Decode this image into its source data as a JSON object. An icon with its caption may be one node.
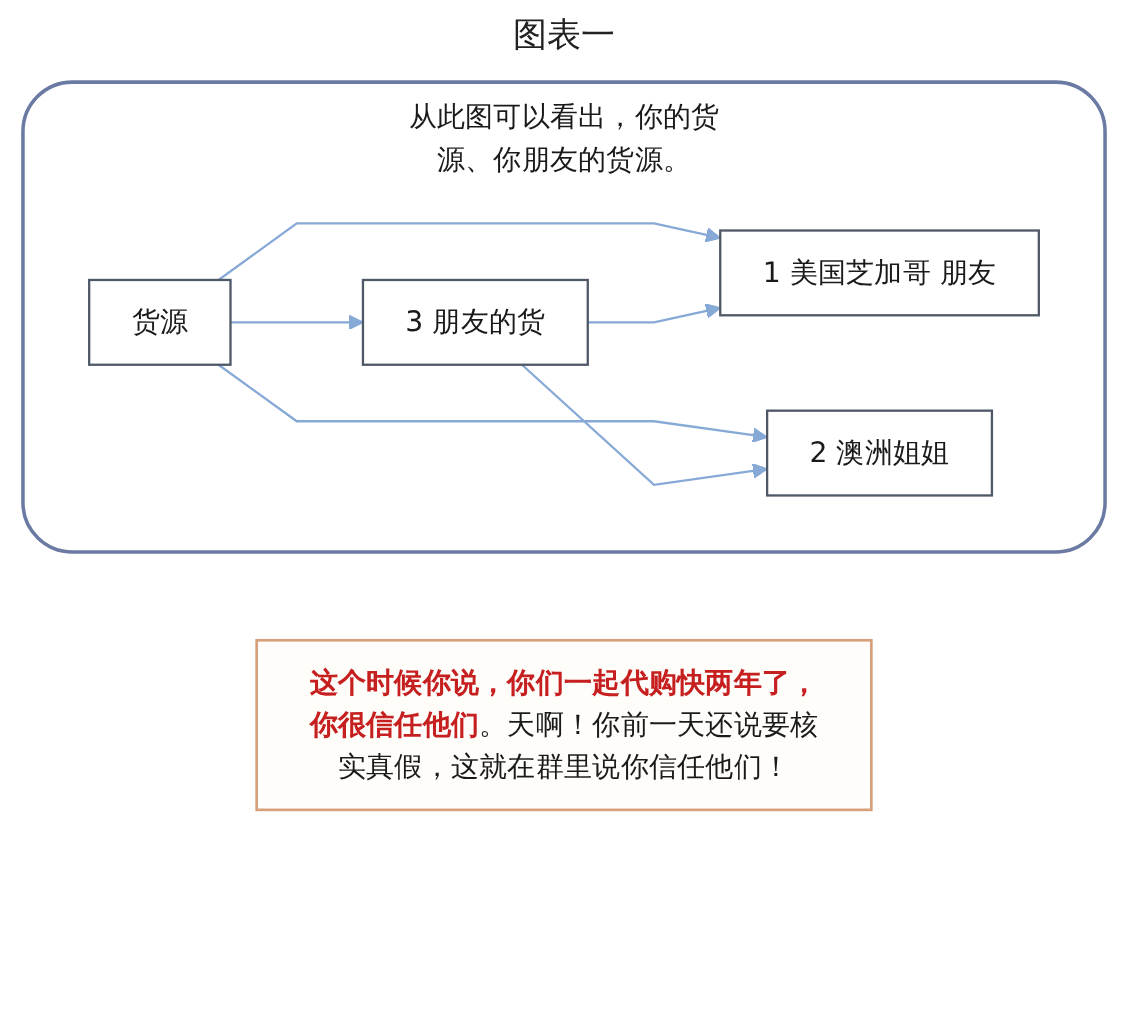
{
  "diagram": {
    "title": "图表一",
    "nodes": [
      {
        "text": [
          "从此图可以看出，你的货源、你朋友的货源。"
        ]
      },
      {
        "text": [
          "货源"
        ],
        "in": 0
      },
      {
        "text": [
          "1 美国芝加哥 朋友"
        ],
        "in": 0
      },
      {
        "text": [
          "2 澳洲姐姐"
        ],
        "in": 0
      },
      {
        "text": [
          "3 朋友的货"
        ],
        "in": 0
      },
      {
        "text": [
          "**这个时候你说，你们一起代购快两年了，你很信任他们**。天啊！你前一天还说要核实真假，这就在群里说你信任他们！"
        ]
      }
    ],
    "edges": [
      {
        "from": 1,
        "to": 2,
        "arrow": "to"
      },
      {
        "from": 1,
        "to": 3,
        "arrow": "to"
      },
      {
        "from": 1,
        "to": 4,
        "arrow": "to"
      },
      {
        "from": 4,
        "to": 3,
        "arrow": "to"
      },
      {
        "from": 4,
        "to": 2,
        "arrow": "to"
      }
    ]
  }
}
